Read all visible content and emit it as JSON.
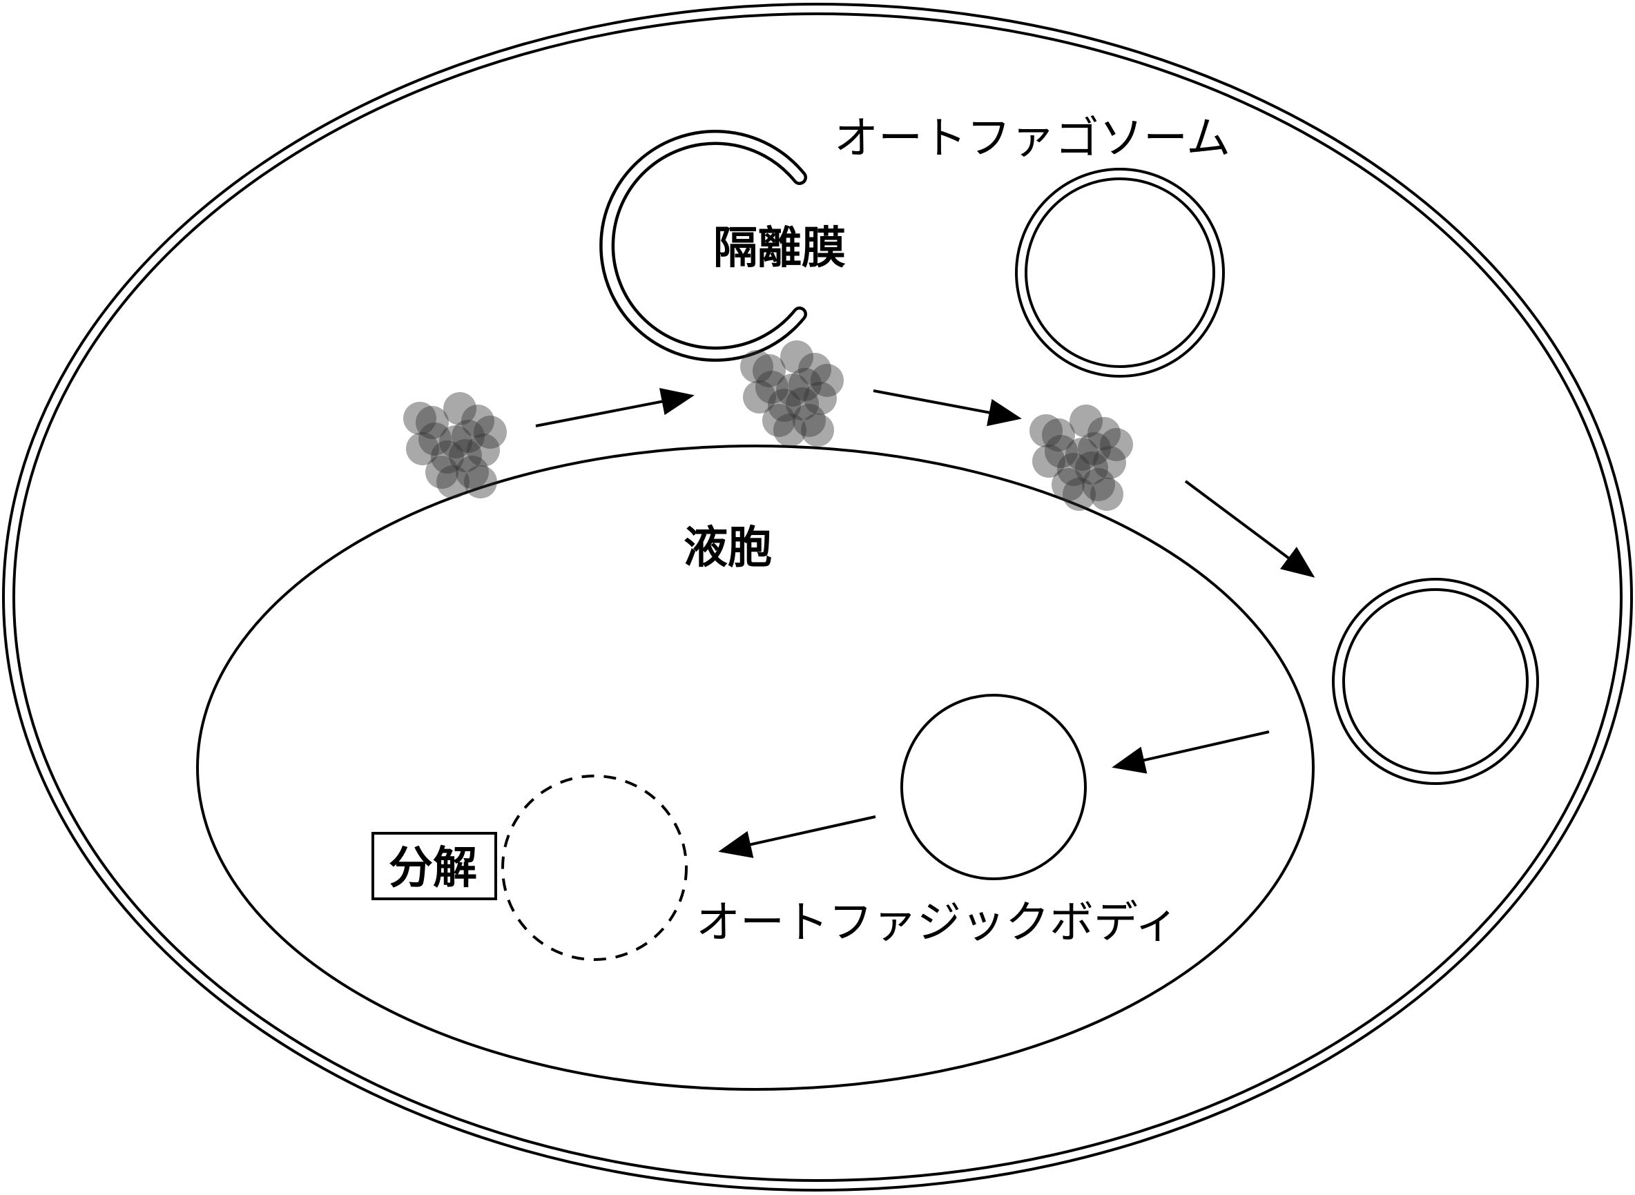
{
  "labels": {
    "autophagosome": "オートファゴソーム",
    "isolation_membrane": "隔離膜",
    "vacuole": "液胞",
    "autophagic_body": "オートファジックボディ",
    "degradation": "分解"
  },
  "colors": {
    "stroke": "#000000",
    "background": "#ffffff",
    "cargo": "#333333"
  }
}
